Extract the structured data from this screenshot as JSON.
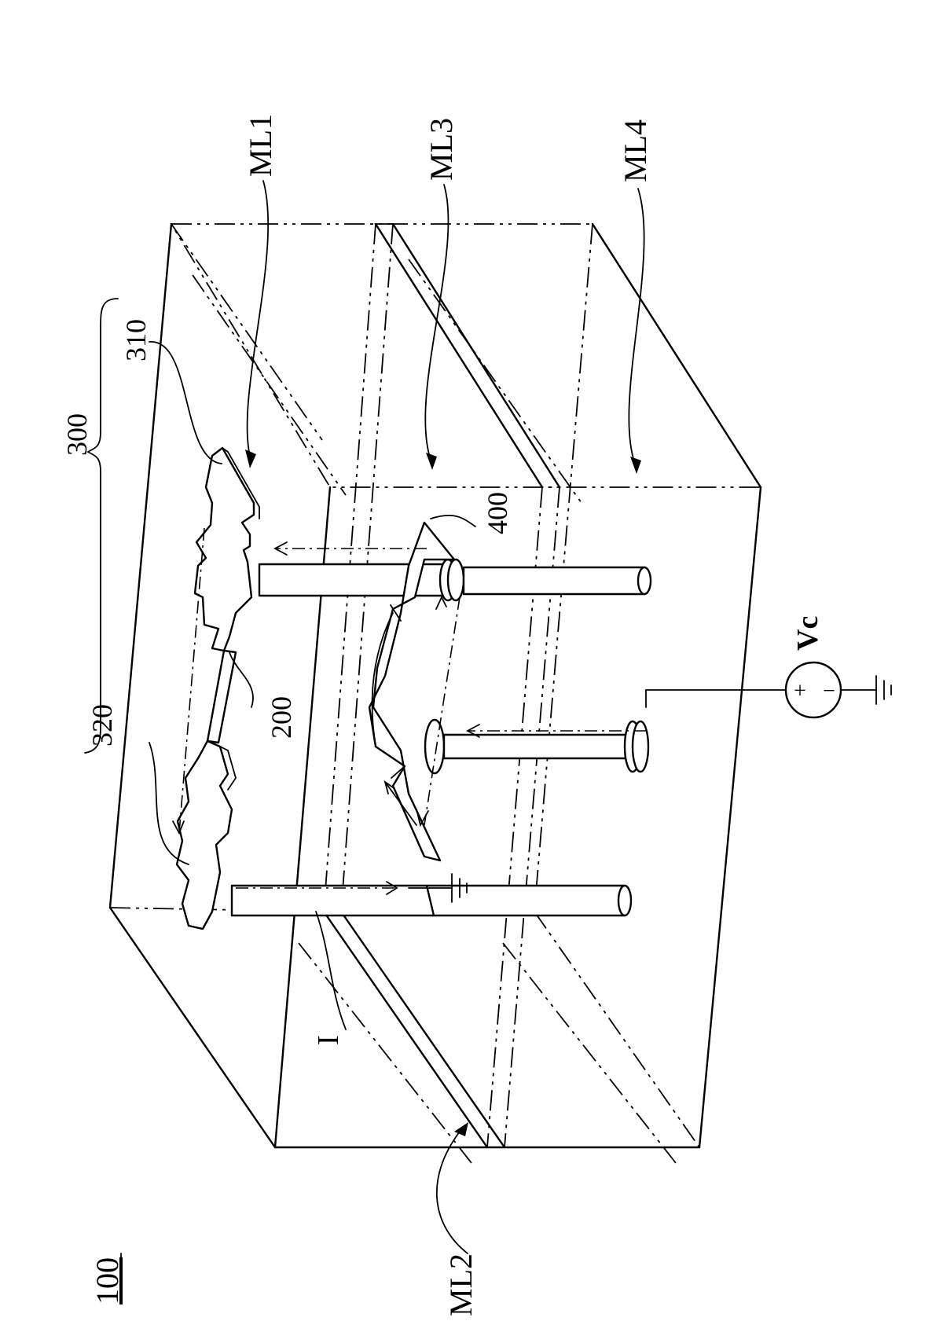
{
  "figure": {
    "ref_label": "100",
    "labels": {
      "ml1": "ML1",
      "ml2": "ML2",
      "ml3": "ML3",
      "ml4": "ML4",
      "l300": "300",
      "l310": "310",
      "l320": "320",
      "l200": "200",
      "l400": "400",
      "current": "I",
      "source": "Vc",
      "plus": "+",
      "minus": "−"
    }
  }
}
